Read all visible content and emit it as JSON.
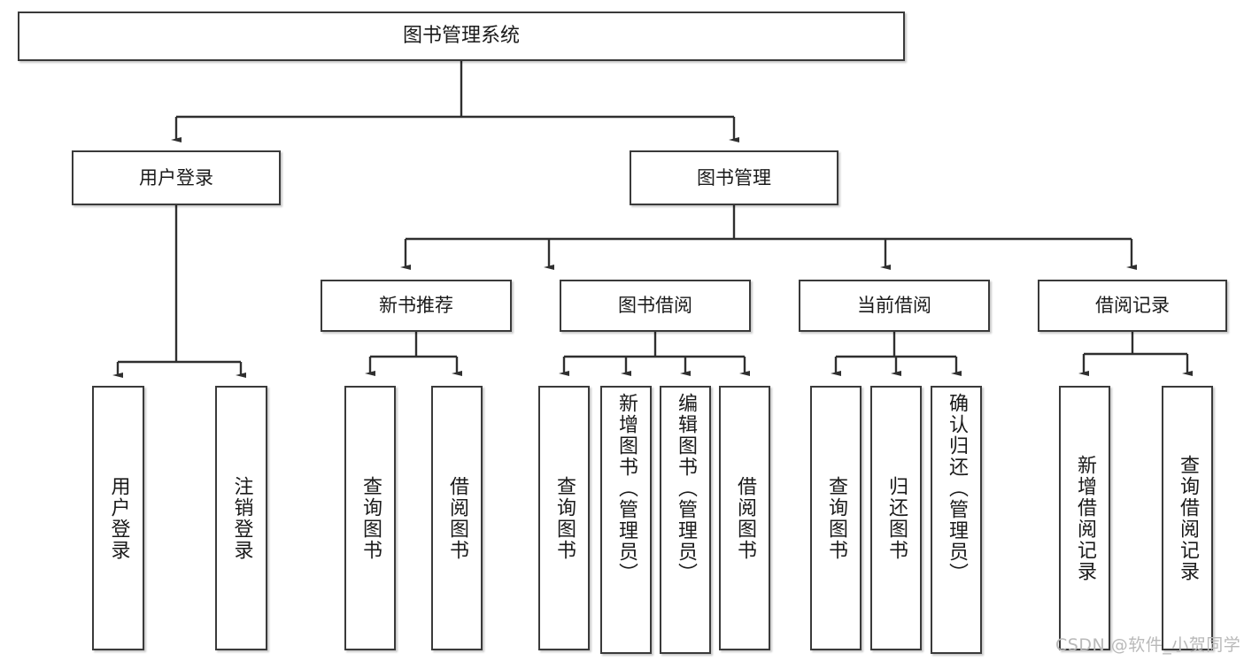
{
  "diagram": {
    "title": "图书管理系统",
    "type": "功能结构图",
    "watermark": "CSDN @软件_小贺同学",
    "style": {
      "background": "#ffffff",
      "box_border": "#3a3a3a",
      "box_fill": "#ffffff",
      "text_color": "#1a1a1a",
      "edge_color": "#2f2f2f",
      "watermark_color": "#b9b9b9"
    }
  },
  "nodes": {
    "root": {
      "label": "图书管理系统"
    },
    "level1": [
      {
        "id": "user-login",
        "label": "用户登录"
      },
      {
        "id": "book-manage",
        "label": "图书管理"
      }
    ],
    "level2": [
      {
        "id": "new-book-rec",
        "label": "新书推荐"
      },
      {
        "id": "book-borrow",
        "label": "图书借阅"
      },
      {
        "id": "current-borrow",
        "label": "当前借阅"
      },
      {
        "id": "borrow-record",
        "label": "借阅记录"
      }
    ],
    "leaves": {
      "user_login": [
        {
          "id": "leaf-user-login",
          "label": "用户登录"
        },
        {
          "id": "leaf-logout",
          "label": "注销登录"
        }
      ],
      "new_book_rec": [
        {
          "id": "leaf-query-book-1",
          "label": "查询图书"
        },
        {
          "id": "leaf-borrow-book-1",
          "label": "借阅图书"
        }
      ],
      "book_borrow": [
        {
          "id": "leaf-query-book-2",
          "label": "查询图书"
        },
        {
          "id": "leaf-add-book",
          "label": "新增图书（管理员）"
        },
        {
          "id": "leaf-edit-book",
          "label": "编辑图书（管理员）"
        },
        {
          "id": "leaf-borrow-book-2",
          "label": "借阅图书"
        }
      ],
      "current_borrow": [
        {
          "id": "leaf-query-book-3",
          "label": "查询图书"
        },
        {
          "id": "leaf-return-book",
          "label": "归还图书"
        },
        {
          "id": "leaf-confirm-return",
          "label": "确认归还（管理员）"
        }
      ],
      "borrow_record": [
        {
          "id": "leaf-add-record",
          "label": "新增借阅记录"
        },
        {
          "id": "leaf-query-record",
          "label": "查询借阅记录"
        }
      ]
    }
  }
}
